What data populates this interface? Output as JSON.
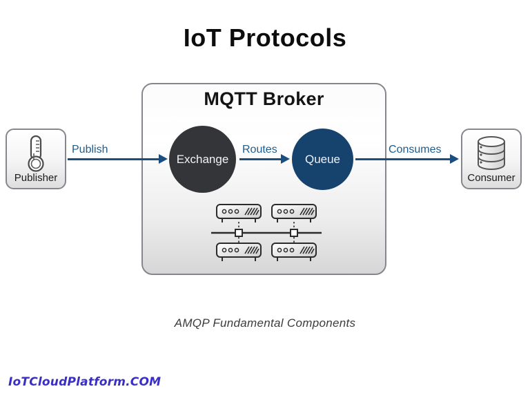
{
  "page": {
    "title": "IoT Protocols",
    "caption": "AMQP Fundamental Components",
    "footer": "IoTCloudPlatform.COM"
  },
  "broker": {
    "title": "MQTT Broker",
    "exchange_label": "Exchange",
    "queue_label": "Queue"
  },
  "endpoints": {
    "publisher_label": "Publisher",
    "consumer_label": "Consumer"
  },
  "arrows": {
    "publish_label": "Publish",
    "routes_label": "Routes",
    "consumes_label": "Consumes"
  },
  "icons": {
    "publisher": "thermometer-sensor-icon",
    "consumer": "database-icon",
    "broker_cluster": "server-cluster-icon"
  },
  "colors": {
    "exchange_fill": "#333538",
    "queue_fill": "#16426e",
    "arrow": "#1b4e80",
    "arrow_label": "#1f5c8c",
    "footer": "#3a2fc4"
  }
}
